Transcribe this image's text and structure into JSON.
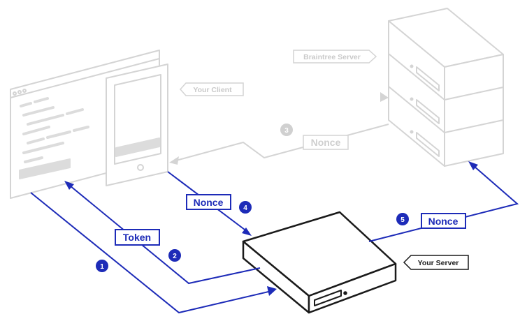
{
  "labels": {
    "braintree_server": "Braintree Server",
    "your_client": "Your Client",
    "your_server": "Your Server"
  },
  "flow": {
    "step1": "1",
    "step2": "2",
    "step3": "3",
    "step4": "4",
    "step5": "5",
    "token": "Token",
    "nonce_step3": "Nonce",
    "nonce_step4": "Nonce",
    "nonce_step5": "Nonce"
  },
  "colors": {
    "blue": "#1d2bb8",
    "grey": "#d4d4d4",
    "dark": "#1a1a1a"
  }
}
